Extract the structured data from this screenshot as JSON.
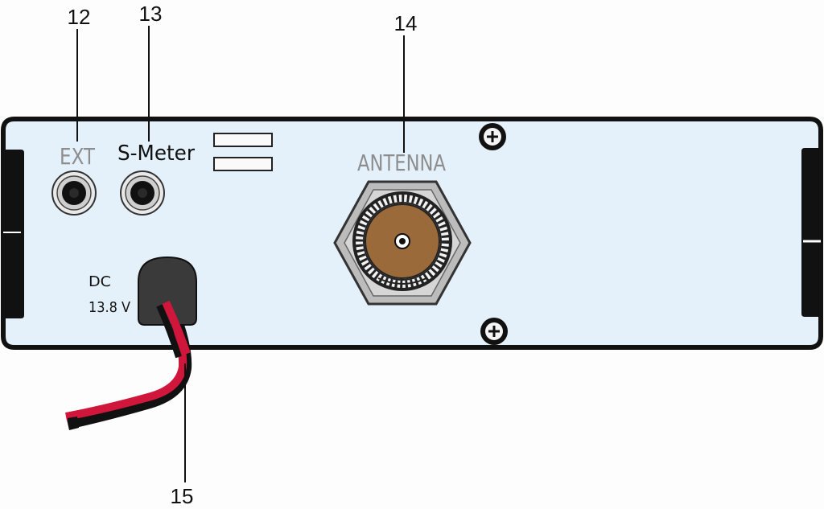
{
  "callouts": {
    "ext": "12",
    "s_meter": "13",
    "antenna": "14",
    "dc": "15"
  },
  "panel_labels": {
    "ext": "EXT",
    "s_meter": "S-Meter",
    "antenna": "ANTENNA",
    "dc_line1": "DC",
    "dc_line2": "13.8 V"
  },
  "colors": {
    "panel_fill": "#e4f1fb",
    "outline": "#111111",
    "antenna_center": "#9a6a3a",
    "cable_red": "#d0163a",
    "cable_black": "#111111"
  },
  "icons": [
    "screw-icon",
    "jack-icon",
    "antenna-connector-icon",
    "power-cable-icon"
  ]
}
